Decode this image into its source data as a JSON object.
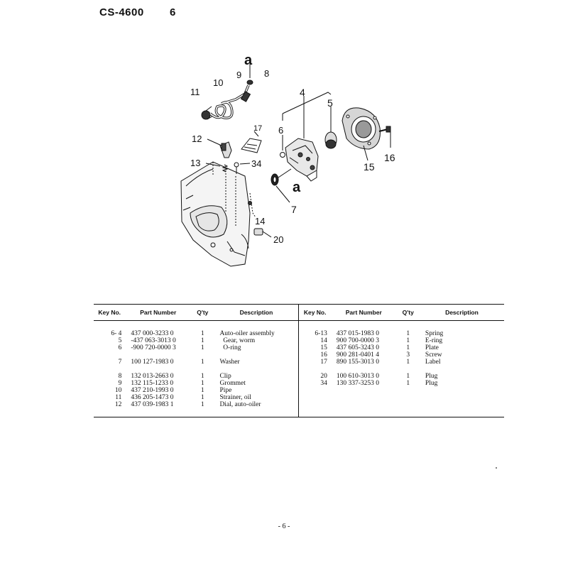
{
  "header": {
    "model": "CS-4600",
    "page_no": "6"
  },
  "diagram": {
    "callouts": {
      "c4": "4",
      "c5": "5",
      "c6": "6",
      "c7": "7",
      "c8": "8",
      "c9": "9",
      "c10": "10",
      "c11": "11",
      "c12": "12",
      "c13": "13",
      "c14": "14",
      "c15": "15",
      "c16": "16",
      "c17": "17",
      "c20": "20",
      "c34": "34"
    },
    "markers": {
      "a_top": "a",
      "a_mid": "a"
    }
  },
  "table": {
    "headers": {
      "key": "Key No.",
      "part": "Part Number",
      "qty": "Q'ty",
      "desc": "Description"
    },
    "left_groups": [
      {
        "key": [
          "6- 4",
          "5",
          "6"
        ],
        "part": [
          "437 000-3233 0",
          "-437 063-3013 0",
          "-900 720-0000 3"
        ],
        "qty": [
          "1",
          "1",
          "1"
        ],
        "desc": [
          "Auto-oiler assembly",
          "  Gear, worm",
          "  O-ring"
        ]
      },
      {
        "key": [
          "7"
        ],
        "part": [
          "100 127-1983 0"
        ],
        "qty": [
          "1"
        ],
        "desc": [
          "Washer"
        ]
      },
      {
        "key": [
          "8",
          "9",
          "10",
          "11",
          "12"
        ],
        "part": [
          "132 013-2663 0",
          "132 115-1233 0",
          "437 210-1993 0",
          "436 205-1473 0",
          "437 039-1983 1"
        ],
        "qty": [
          "1",
          "1",
          "1",
          "1",
          "1"
        ],
        "desc": [
          "Clip",
          "Grommet",
          "Pipe",
          "Strainer, oil",
          "Dial, auto-oiler"
        ]
      }
    ],
    "right_groups": [
      {
        "key": [
          "6-13",
          "14",
          "15",
          "16",
          "17"
        ],
        "part": [
          "437 015-1983 0",
          "900 700-0000 3",
          "437 605-3243 0",
          "900 281-0401 4",
          "890 155-3013 0"
        ],
        "qty": [
          "1",
          "1",
          "1",
          "3",
          "1"
        ],
        "desc": [
          "Spring",
          "E-ring",
          "Plate",
          "Screw",
          "Label"
        ]
      },
      {
        "key": [
          "20",
          "34"
        ],
        "part": [
          "100 610-3013 0",
          "130 337-3253 0"
        ],
        "qty": [
          "1",
          "1"
        ],
        "desc": [
          "Plug",
          "Plug"
        ]
      }
    ]
  },
  "footer": {
    "page": "- 6 -"
  }
}
